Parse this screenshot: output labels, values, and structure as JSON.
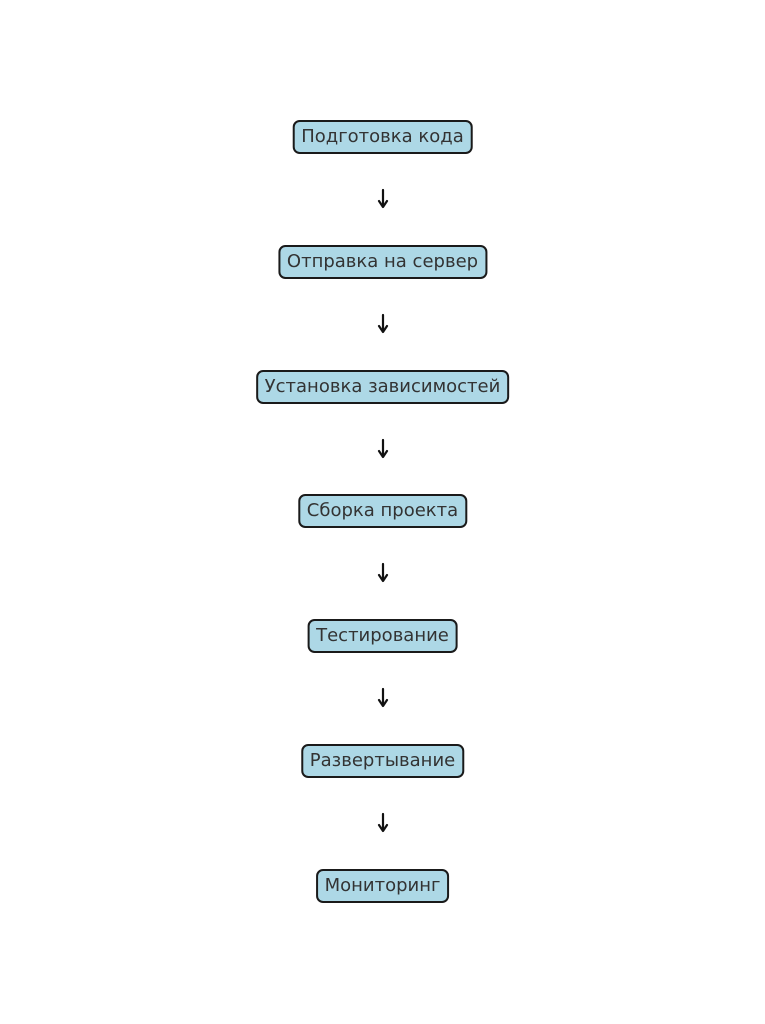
{
  "colors": {
    "box_fill": "#add8e6",
    "box_border": "#1a1a1a",
    "text": "#333333",
    "arrow": "#111111"
  },
  "steps": [
    {
      "label": "Подготовка кода"
    },
    {
      "label": "Отправка на сервер"
    },
    {
      "label": "Установка зависимостей"
    },
    {
      "label": "Сборка проекта"
    },
    {
      "label": "Тестирование"
    },
    {
      "label": "Развертывание"
    },
    {
      "label": "Мониторинг"
    }
  ]
}
